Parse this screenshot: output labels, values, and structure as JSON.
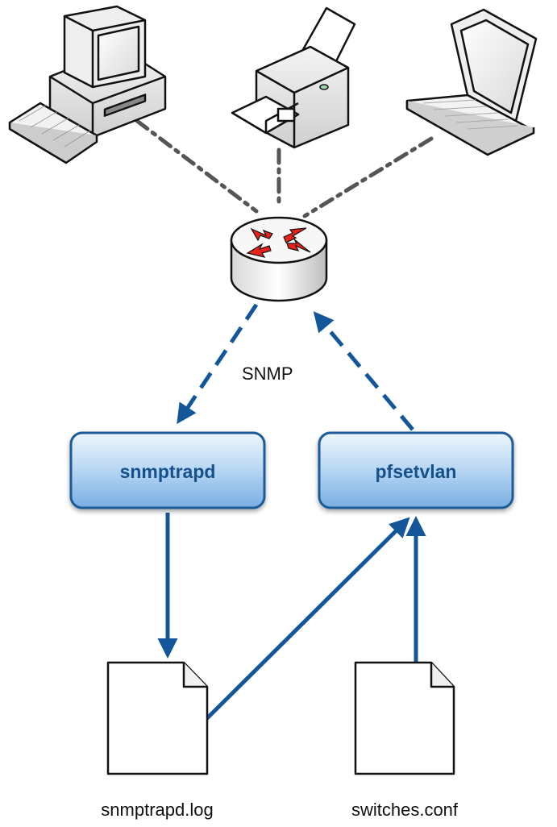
{
  "diagram": {
    "protocol_label": "SNMP",
    "processes": [
      {
        "id": "snmptrapd",
        "label": "snmptrapd"
      },
      {
        "id": "pfsetvlan",
        "label": "pfsetvlan"
      }
    ],
    "files": [
      {
        "id": "snmptrapd_log",
        "label": "snmptrapd.log"
      },
      {
        "id": "switches_conf",
        "label": "switches.conf"
      }
    ],
    "devices": [
      "desktop-computer-icon",
      "printer-icon",
      "laptop-icon",
      "router-switch-icon"
    ],
    "colors": {
      "process_fill_top": "#e6f1fb",
      "process_fill_bottom": "#7fb3e3",
      "process_border": "#1a5c99",
      "arrow": "#13579a",
      "network_link": "#555555",
      "router_arrows": "#e8221a"
    }
  }
}
